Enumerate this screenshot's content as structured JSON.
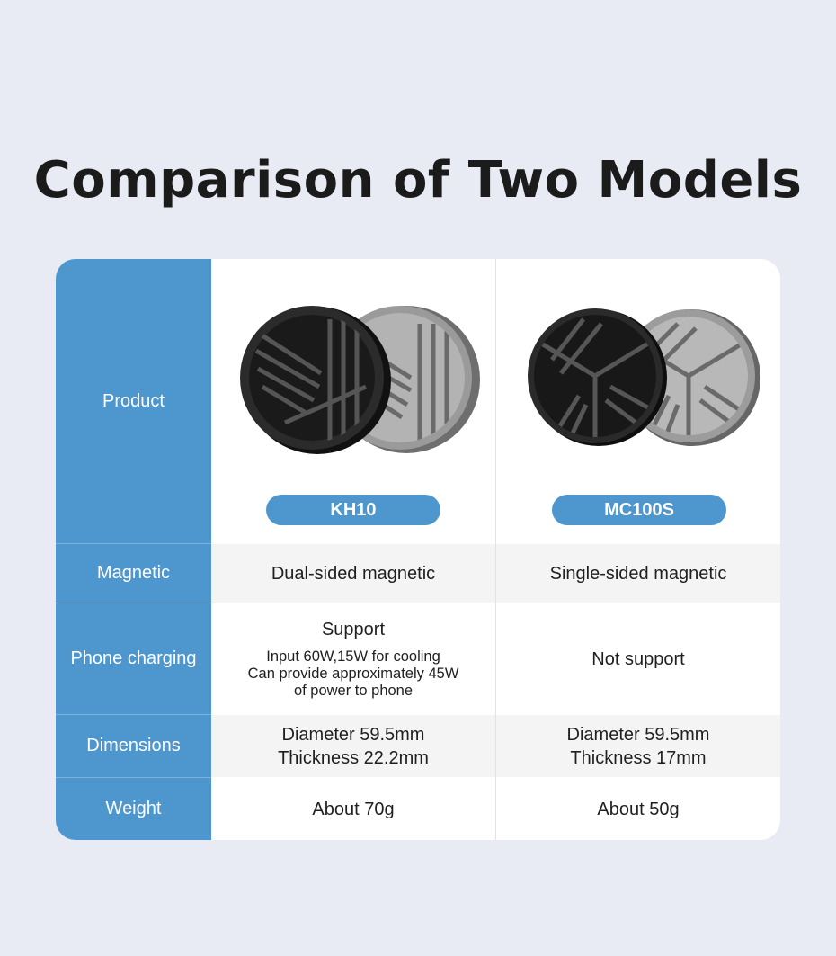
{
  "page": {
    "title": "Comparison of Two Models"
  },
  "colors": {
    "accent": "#4e96ce",
    "background": "#e8ebf3",
    "fan_dark": "#232323",
    "fan_light": "#8c8c8c"
  },
  "labels": {
    "product": "Product",
    "magnetic": "Magnetic",
    "charging": "Phone charging",
    "dimensions": "Dimensions",
    "weight": "Weight"
  },
  "models": [
    {
      "name": "KH10",
      "magnetic": "Dual-sided magnetic",
      "charging_main": "Support",
      "charging_detail": [
        "Input 60W,15W for cooling",
        "Can provide approximately 45W",
        "of power to phone"
      ],
      "diameter": "Diameter 59.5mm",
      "thickness": "Thickness 22.2mm",
      "weight": "About 70g"
    },
    {
      "name": "MC100S",
      "magnetic": "Single-sided magnetic",
      "charging_main": "Not support",
      "diameter": "Diameter 59.5mm",
      "thickness": "Thickness 17mm",
      "weight": "About 50g"
    }
  ]
}
